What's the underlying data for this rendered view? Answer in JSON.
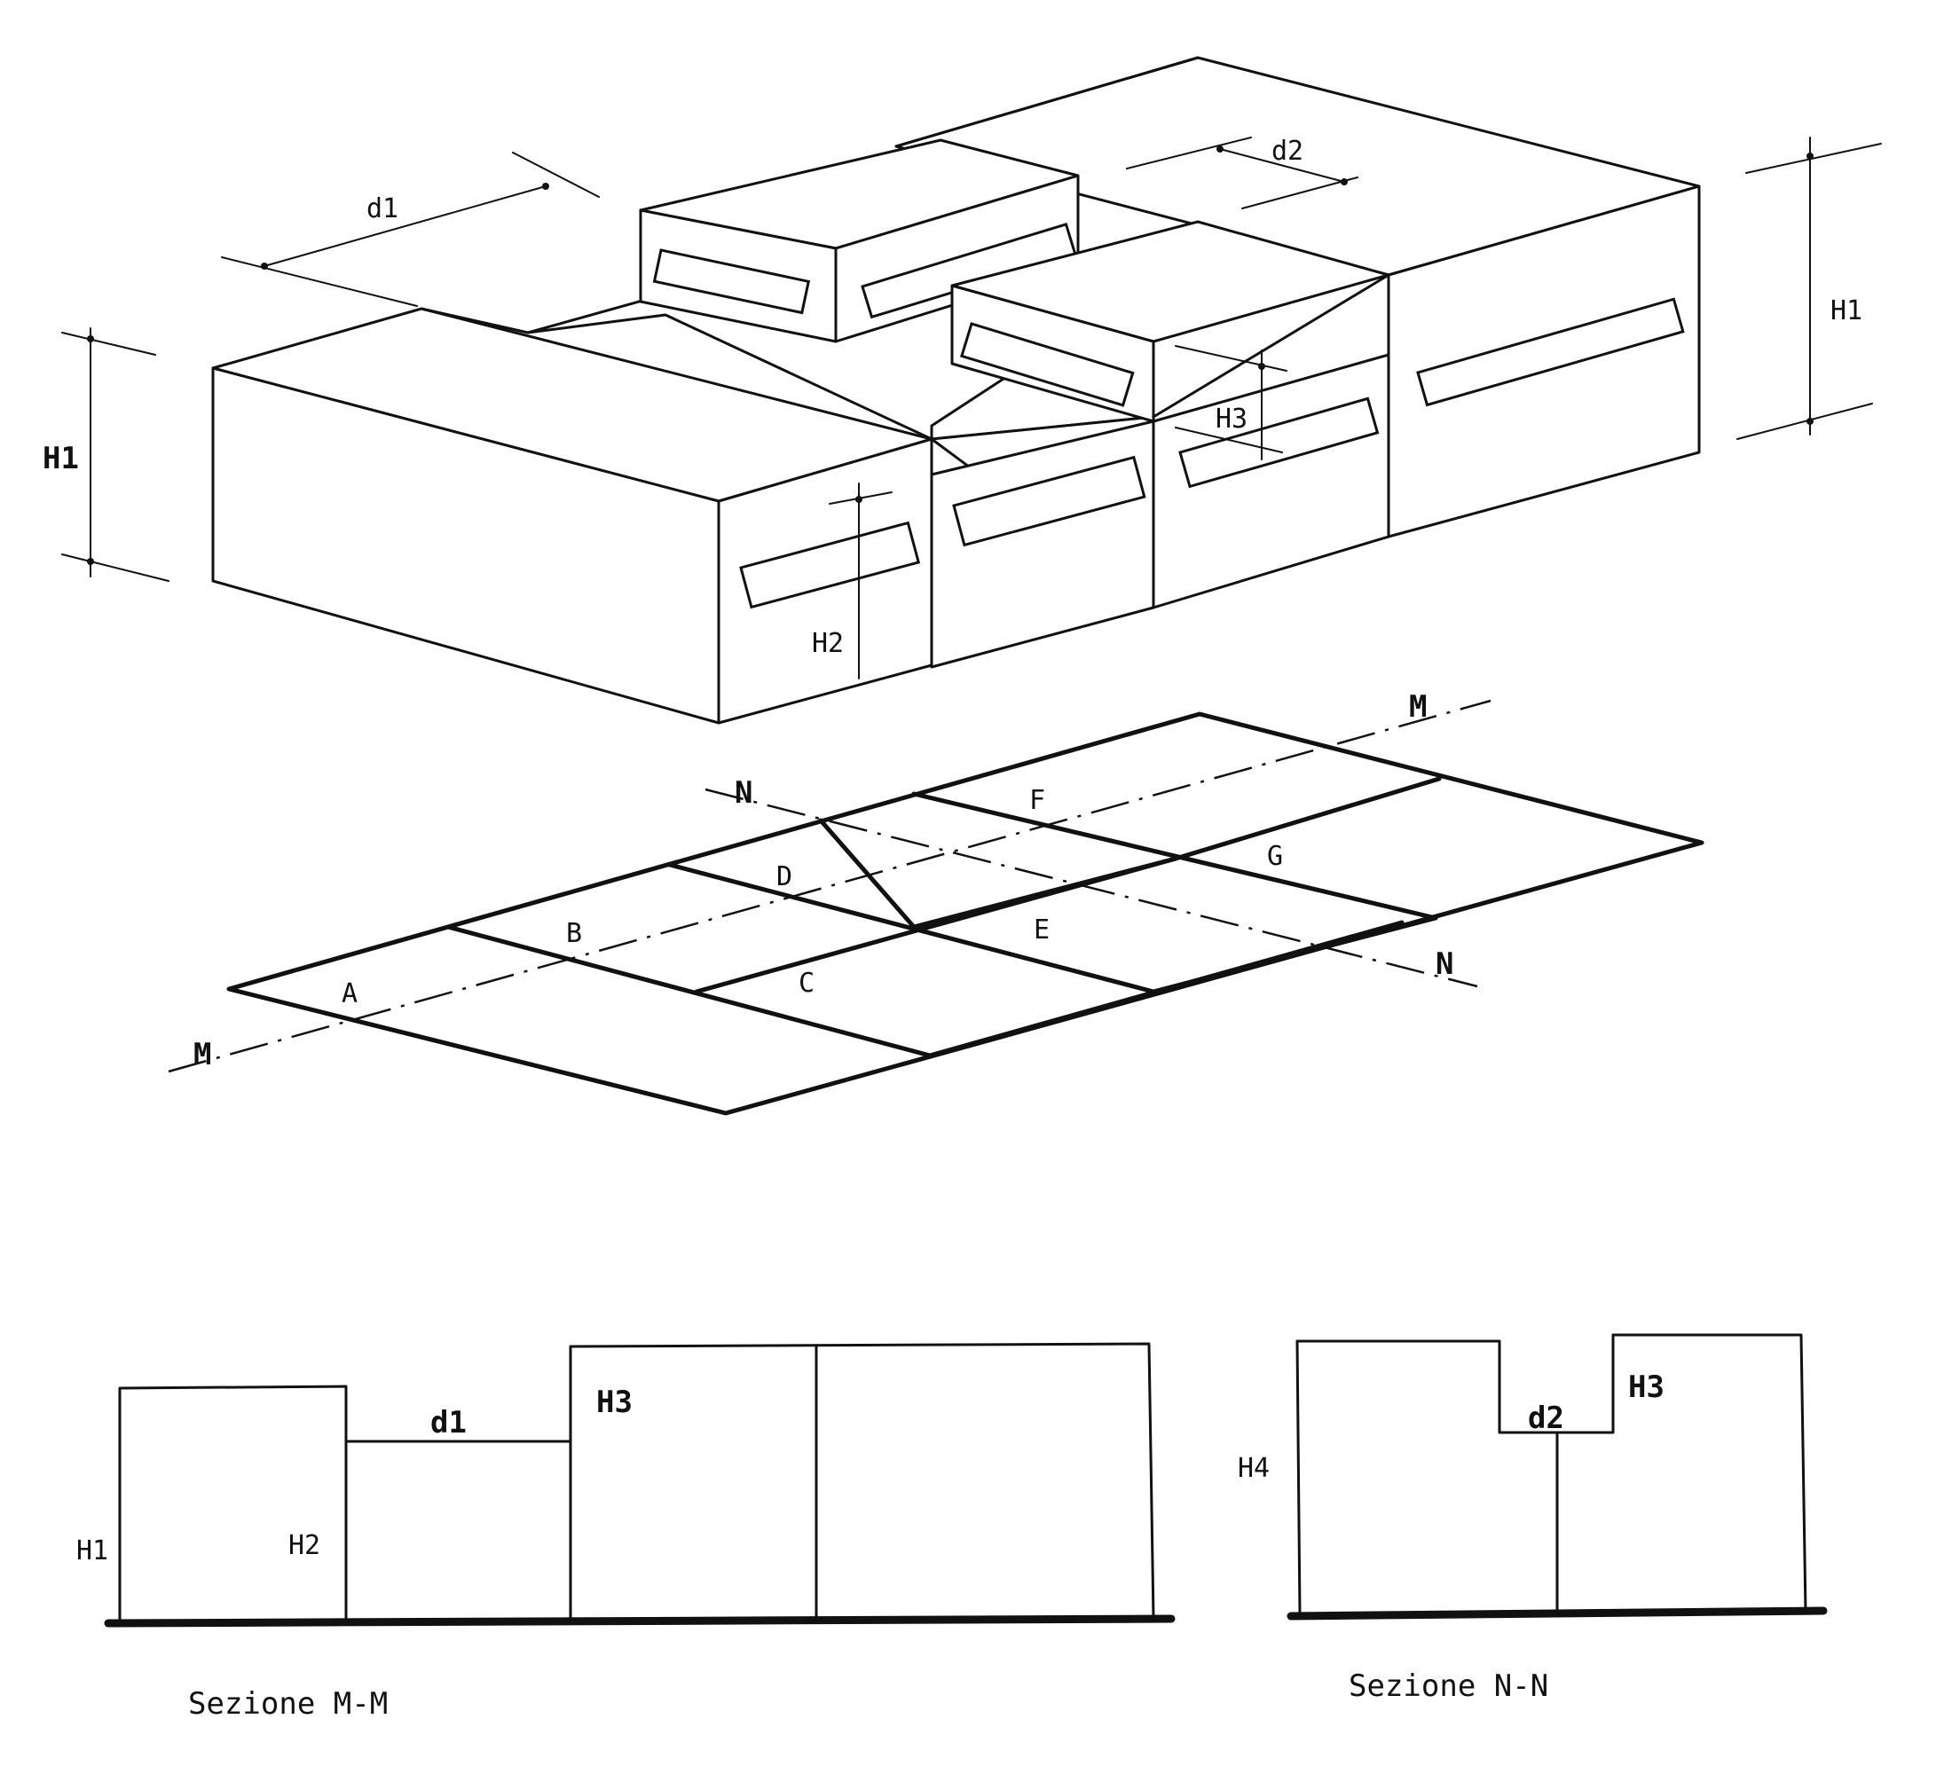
{
  "axonometric": {
    "dimension_labels": {
      "d1": "d1",
      "d2": "d2",
      "H1_left": "H1",
      "H1_right": "H1",
      "H2": "H2",
      "H3": "H3"
    }
  },
  "plan": {
    "zones": [
      "A",
      "B",
      "C",
      "D",
      "E",
      "F",
      "G"
    ],
    "section_marks": {
      "M_left": "M",
      "M_right": "M",
      "N_top": "N",
      "N_bottom": "N"
    }
  },
  "section_mm": {
    "caption": "Sezione M-M",
    "labels": {
      "H1": "H1",
      "H2": "H2",
      "d1": "d1",
      "H3": "H3"
    }
  },
  "section_nn": {
    "caption": "Sezione N-N",
    "labels": {
      "H4": "H4",
      "d2": "d2",
      "H3": "H3"
    }
  }
}
